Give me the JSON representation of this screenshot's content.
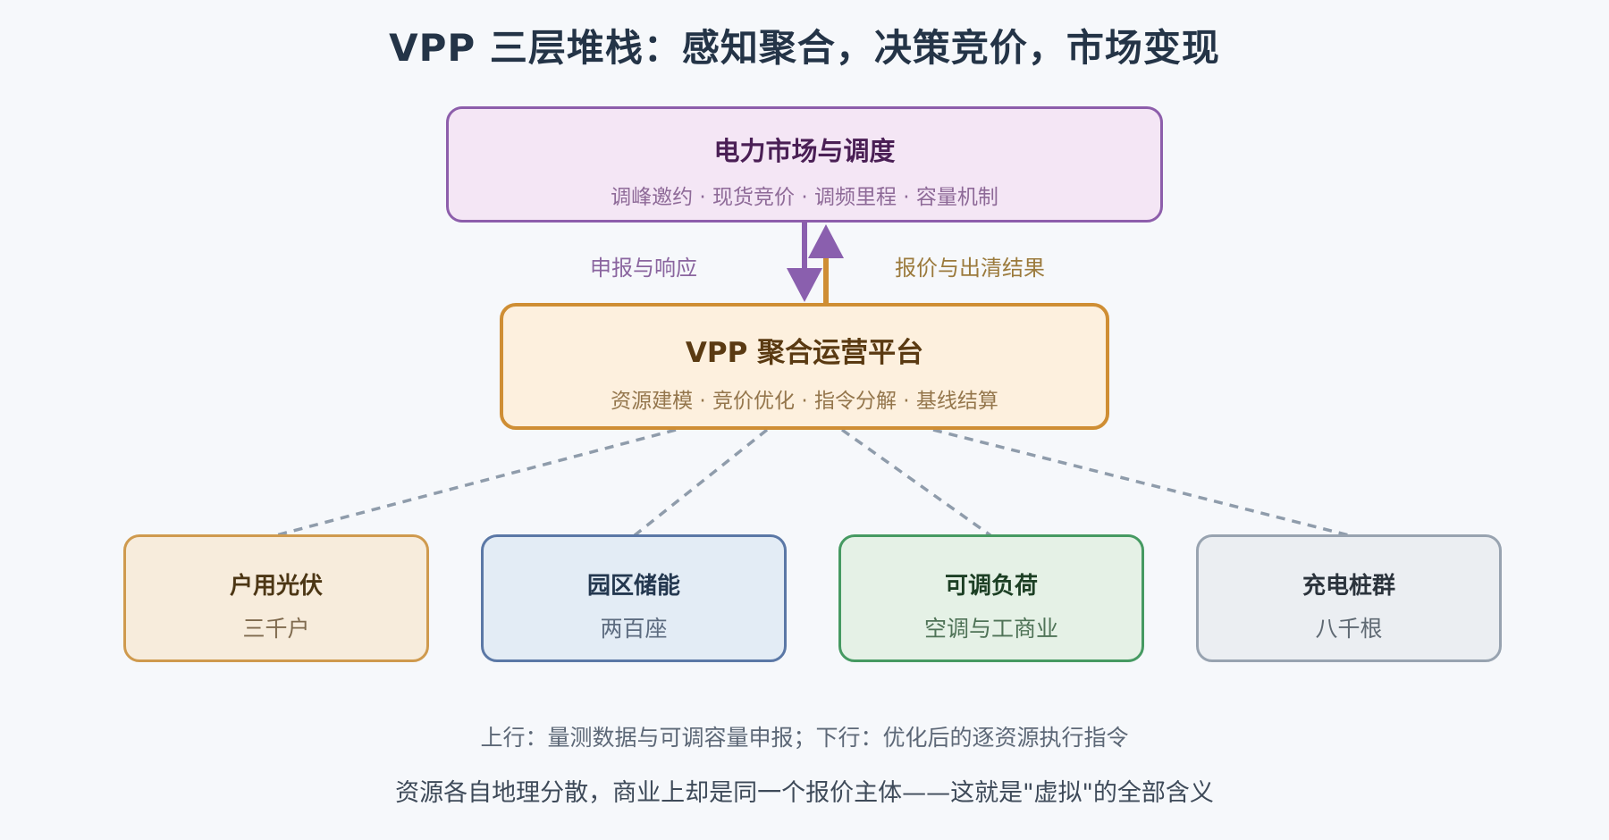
{
  "title": "VPP 三层堆栈：感知聚合，决策竞价，市场变现",
  "market": {
    "name": "电力市场与调度",
    "sub": "调峰邀约 · 现货竞价 · 调频里程 · 容量机制"
  },
  "platform": {
    "name": "VPP 聚合运营平台",
    "sub": "资源建模 · 竞价优化 · 指令分解 · 基线结算"
  },
  "arrows": {
    "down_label": "申报与响应",
    "up_label": "报价与出清结果",
    "down_color": "#8a5fae",
    "up_color": "#cf8e34"
  },
  "resources": [
    {
      "name": "户用光伏",
      "sub": "三千户",
      "color": "#cf9a4e"
    },
    {
      "name": "园区储能",
      "sub": "两百座",
      "color": "#5b78a6"
    },
    {
      "name": "可调负荷",
      "sub": "空调与工商业",
      "color": "#469a62"
    },
    {
      "name": "充电桩群",
      "sub": "八千根",
      "color": "#98a3b0"
    }
  ],
  "notes": [
    "上行：量测数据与可调容量申报；下行：优化后的逐资源执行指令",
    "资源各自地理分散，商业上却是同一个报价主体——这就是\"虚拟\"的全部含义"
  ]
}
